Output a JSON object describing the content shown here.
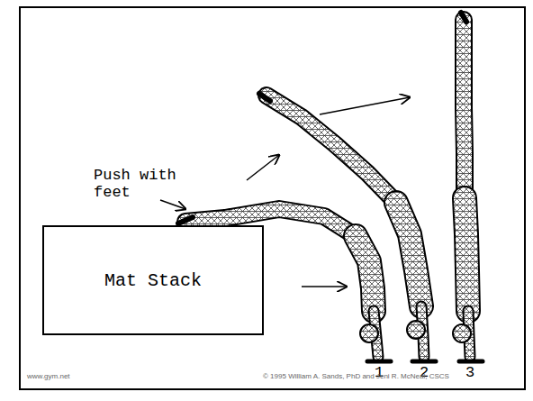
{
  "diagram": {
    "nodes": [
      {
        "text": [
          "Mat Stack"
        ]
      }
    ],
    "labels": [
      "Push with feet",
      "1",
      "2",
      "3",
      "www.gym.net",
      "© 1995 William A. Sands, PhD and Jeni R. McNeal, CSCS"
    ]
  }
}
